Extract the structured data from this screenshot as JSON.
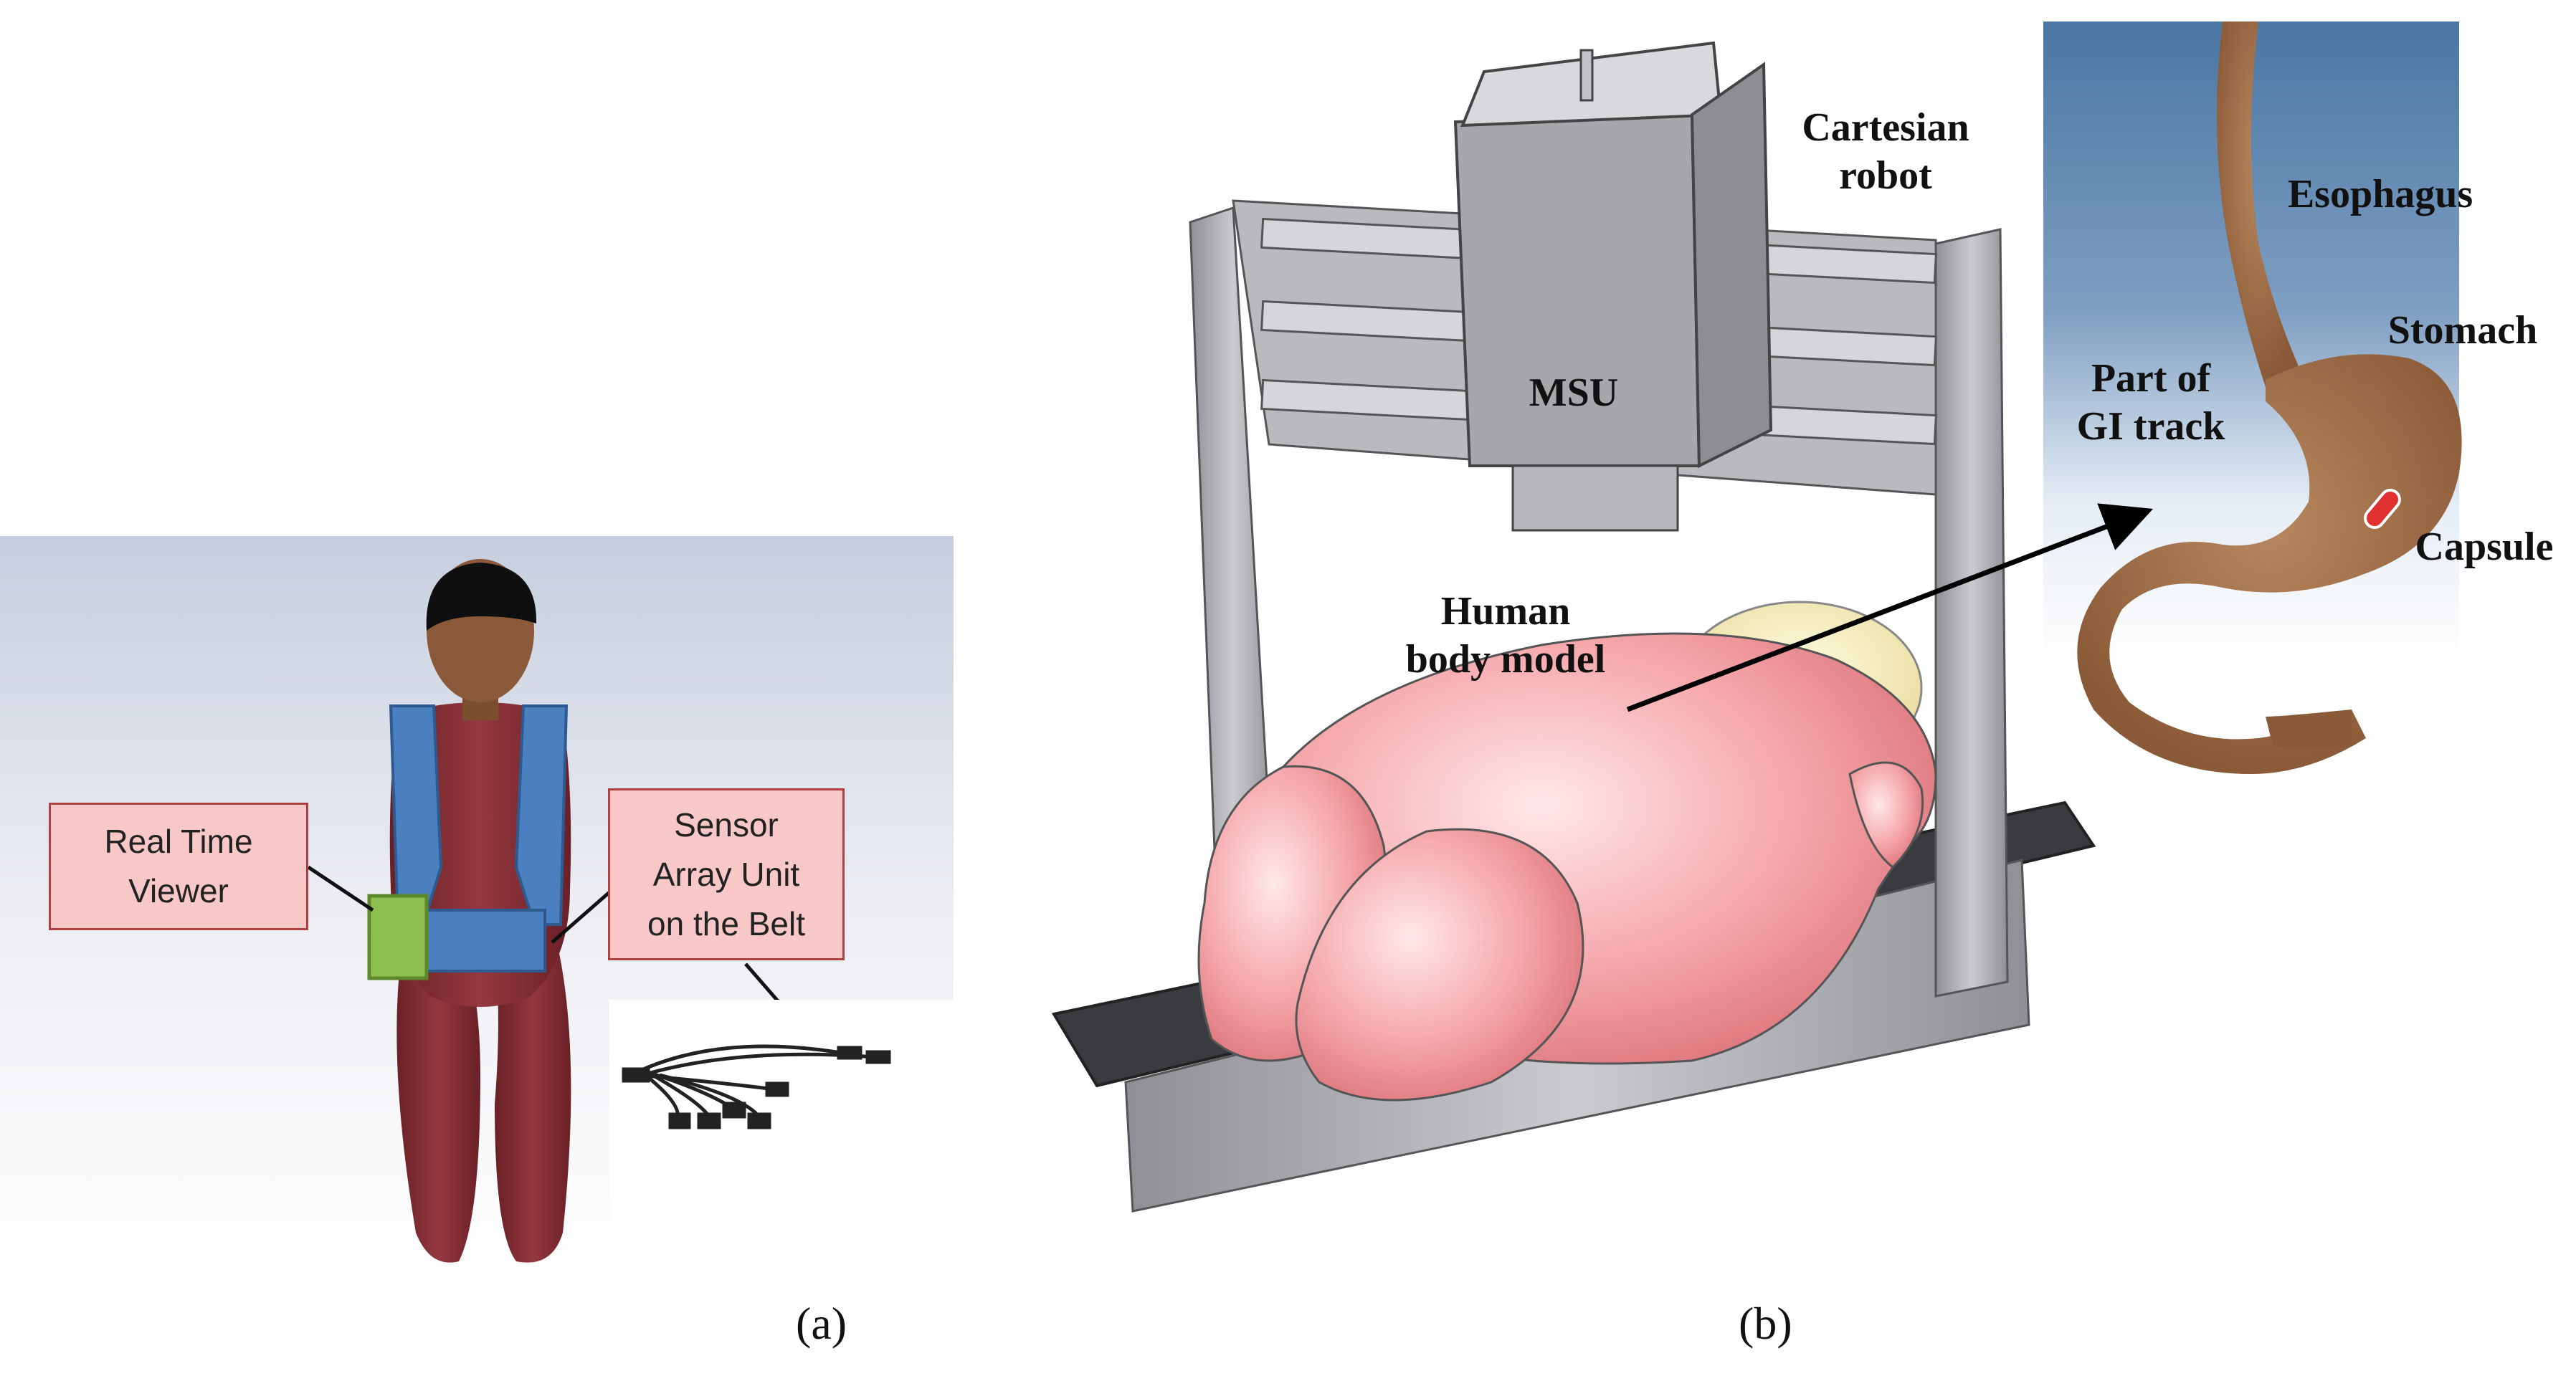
{
  "panel_a": {
    "callouts": {
      "viewer": "Real Time\nViewer",
      "sensor": "Sensor\nArray Unit\non the Belt"
    },
    "caption": "(a)"
  },
  "panel_b": {
    "labels": {
      "robot": "Cartesian\nrobot",
      "msu": "MSU",
      "human": "Human\nbody model",
      "esophagus": "Esophagus",
      "stomach": "Stomach",
      "gi": "Part of\nGI track",
      "capsule": "Capsule"
    },
    "caption": "(b)"
  },
  "colors": {
    "body": "#7a2a30",
    "vest": "#4a7fc0",
    "viewer": "#8fbf4f",
    "frame": "#a8aaae",
    "mannequin": "#f2a0a4",
    "tissue": "#9a6a45",
    "sky": "#4f7aa6"
  }
}
